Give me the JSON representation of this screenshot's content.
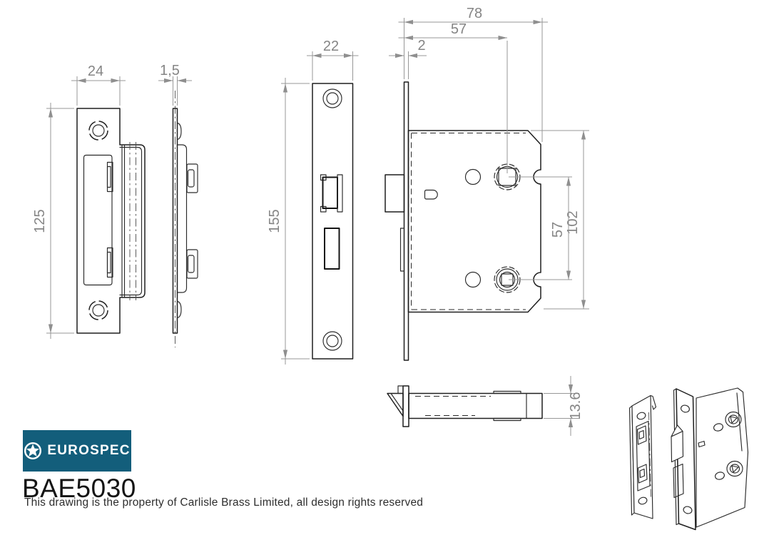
{
  "brand": {
    "name": "EUROSPEC",
    "bg_color": "#135e7b",
    "text_color": "#ffffff",
    "icon": "star-in-circle"
  },
  "title": {
    "code": "BAE5030",
    "disclaimer": "This drawing is the property of Carlisle Brass Limited, all design rights reserved"
  },
  "colors": {
    "part_line": "#1f1f1f",
    "dimension_line": "#979797",
    "dimension_text": "#858585",
    "background": "#ffffff"
  },
  "views": {
    "strike_plate_front": {
      "width_mm": "24",
      "height_mm": "125"
    },
    "strike_plate_side": {
      "thickness_mm": "1,5"
    },
    "faceplate_front": {
      "width_mm": "22",
      "height_mm": "155"
    },
    "lock_case_side": {
      "overall_depth_mm": "78",
      "backset_mm": "57",
      "faceplate_offset_mm": "2",
      "case_height_mm": "102",
      "follower_centres_mm": "57"
    },
    "lock_case_bottom": {
      "case_thickness_mm": "13.6"
    }
  }
}
